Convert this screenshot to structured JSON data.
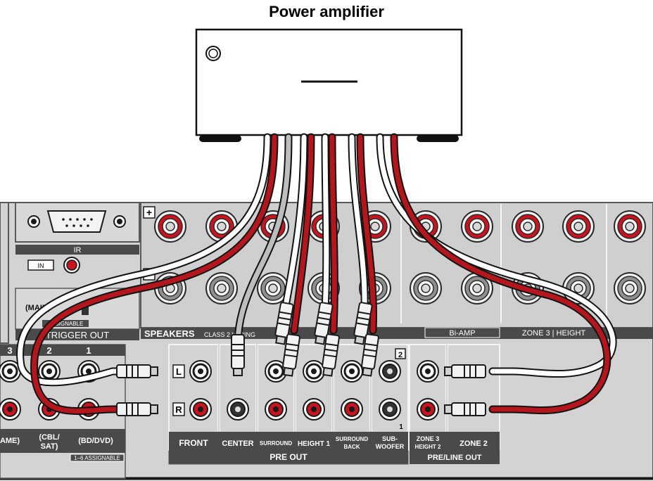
{
  "title": "Power amplifier",
  "receiver": {
    "ir_label": "IR",
    "ir_in": "IN",
    "trigger_main": "(MAIN)",
    "assignable": "ASSIGNABLE",
    "trigger_out": "TRIGGER OUT",
    "speakers_label": "SPEAKERS",
    "speakers_class": "CLASS 2 WIRING",
    "plus": "+",
    "minus": "−",
    "bi_amp": "Bi-AMP",
    "zone3_height": "ZONE 3 | HEIGHT",
    "input_numbers": [
      "3",
      "2",
      "1"
    ],
    "input_names": [
      "AME)",
      "(CBL/",
      "SAT)",
      "(BD/DVD)"
    ],
    "input_assignable": "1–6 ASSIGNABLE",
    "left": "L",
    "right": "R",
    "num_2": "2",
    "num_1": "1",
    "pre_out_labels": [
      "FRONT",
      "CENTER",
      "SURROUND",
      "HEIGHT 1",
      "SURROUND",
      "BACK",
      "SUB-",
      "WOOFER"
    ],
    "pre_out": "PRE OUT",
    "zone_labels": [
      "ZONE 3",
      "HEIGHT 2",
      "ZONE 2"
    ],
    "pre_line_out": "PRE/LINE OUT"
  },
  "colors": {
    "panel": "#d3d3d3",
    "panel_dark": "#5a5a5a",
    "red_cable": "#b3161c",
    "white_cable": "#ffffff",
    "gray_cable": "#bdbdbd",
    "label_bar": "#4a4a4a",
    "jack_red": "#c8141e"
  }
}
